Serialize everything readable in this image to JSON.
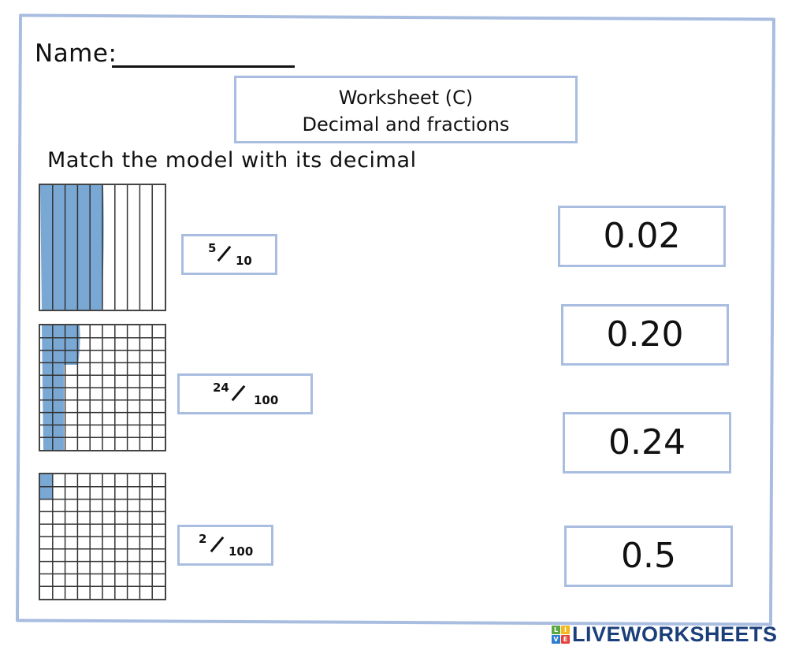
{
  "worksheet": {
    "name_label": "Name:",
    "title_line1": "Worksheet (C)",
    "title_line2": "Decimal and fractions",
    "instruction": "Match the model with its decimal"
  },
  "models": [
    {
      "type": "tenths",
      "shaded": 5,
      "total": 10,
      "fraction": {
        "numerator": "5",
        "denominator": "10"
      }
    },
    {
      "type": "hundredths",
      "shaded": 24,
      "total": 100,
      "fraction": {
        "numerator": "24",
        "denominator": "100"
      }
    },
    {
      "type": "hundredths",
      "shaded": 2,
      "total": 100,
      "fraction": {
        "numerator": "2",
        "denominator": "100"
      }
    }
  ],
  "decimals": [
    {
      "value": "0.02"
    },
    {
      "value": "0.20"
    },
    {
      "value": "0.24"
    },
    {
      "value": "0.5"
    }
  ],
  "branding": {
    "logo_text": "LIVEWORKSHEETS",
    "logo_letters": [
      "L",
      "I",
      "V",
      "E"
    ]
  },
  "colors": {
    "frame_border": "#a9bde0",
    "shade_fill": "#7aa8d4",
    "logo_text": "#1b3f7a"
  }
}
